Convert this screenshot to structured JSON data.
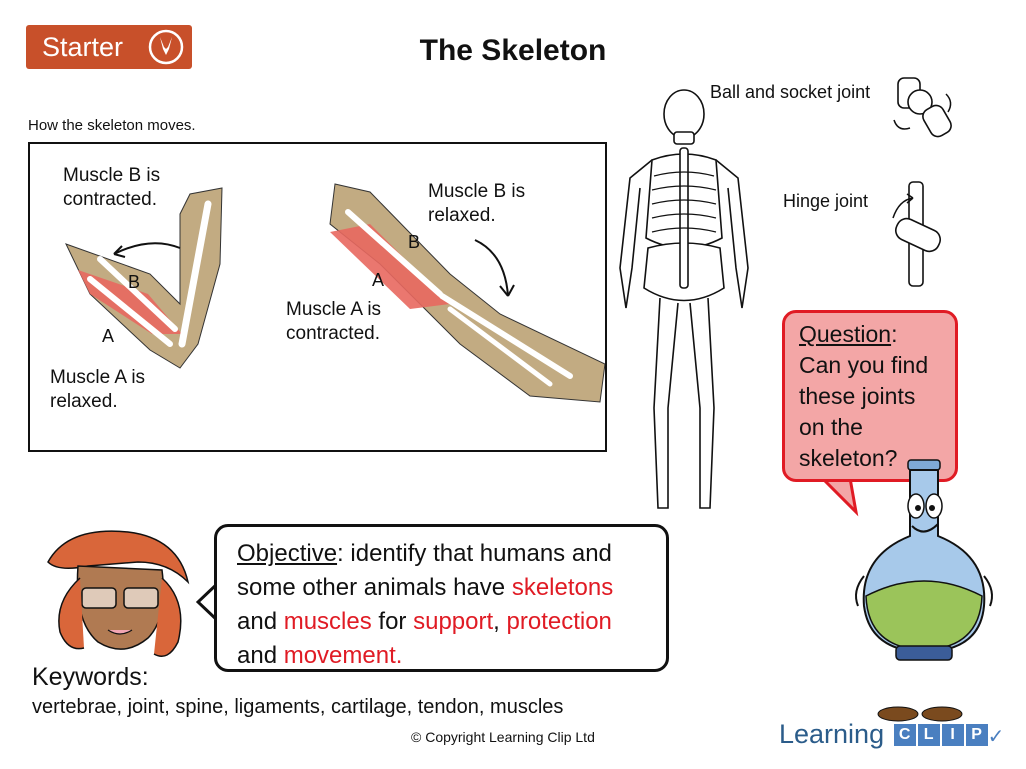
{
  "header": {
    "starter_label": "Starter",
    "title": "The Skeleton"
  },
  "diagram": {
    "caption": "How the skeleton moves.",
    "left": {
      "muscle_b": [
        "Muscle B is",
        "contracted."
      ],
      "muscle_a": [
        "Muscle A is",
        "relaxed."
      ],
      "letter_b": "B",
      "letter_a": "A"
    },
    "right": {
      "muscle_b": [
        "Muscle B is",
        "relaxed."
      ],
      "muscle_a": [
        "Muscle A is",
        "contracted."
      ],
      "letter_b": "B",
      "letter_a": "A"
    }
  },
  "joints": {
    "ball_socket": "Ball and socket joint",
    "hinge": "Hinge joint"
  },
  "question": {
    "word": "Question",
    "lines": [
      "Can you find",
      "these joints",
      "on the",
      "skeleton?"
    ]
  },
  "objective": {
    "word": "Objective",
    "t1": ": identify that humans and",
    "t2": "some other animals have ",
    "skeletons": "skeletons",
    "t3": "and ",
    "muscles": "muscles",
    "t4": " for ",
    "support": "support",
    "t5": ", ",
    "protection": "protection",
    "t6": "and ",
    "movement": "movement",
    "t7": "."
  },
  "keywords": {
    "title": "Keywords:",
    "list": "vertebrae, joint, spine, ligaments, cartilage, tendon, muscles"
  },
  "footer": {
    "copyright": "© Copyright Learning Clip Ltd",
    "brand_word": "Learning",
    "brand_letters": [
      "C",
      "L",
      "I",
      "P"
    ]
  },
  "colors": {
    "starter_bg": "#c8502a",
    "accent_red": "#e01b24",
    "bubble_pink": "#f3a6a6",
    "arm_tan": "#c2ab82",
    "muscle_red": "#e8685f",
    "brand_blue": "#4a7fc0"
  },
  "icons": {
    "starter_logo": "rabbit-head-icon",
    "ball_joint": "ball-and-socket-joint-illustration",
    "hinge_joint": "hinge-joint-illustration",
    "skeleton": "human-skeleton-illustration",
    "scientist": "scientist-girl-illustration",
    "flask": "flask-character-illustration"
  }
}
